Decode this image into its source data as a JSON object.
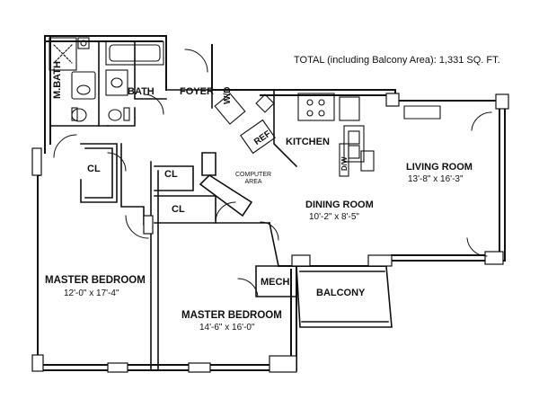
{
  "total_label": "TOTAL (including Balcony Area): 1,331 SQ. FT.",
  "rooms": {
    "m_bath": "M.BATH",
    "bath": "BATH",
    "foyer": "FOYER",
    "kitchen": "KITCHEN",
    "living_room": {
      "name": "LIVING ROOM",
      "dim": "13'-8\" x 16'-3\""
    },
    "dining_room": {
      "name": "DINING ROOM",
      "dim": "10'-2\" x 8'-5\""
    },
    "computer_area": {
      "line1": "COMPUTER",
      "line2": "AREA"
    },
    "closet1": "CL",
    "closet2": "CL",
    "closet3": "CL",
    "master_bedroom_1": {
      "name": "MASTER BEDROOM",
      "dim": "12'-0\" x 17'-4\""
    },
    "master_bedroom_2": {
      "name": "MASTER BEDROOM",
      "dim": "14'-6\" x 16'-0\""
    },
    "mech": "MECH.",
    "balcony": "BALCONY"
  },
  "fixtures": {
    "wd": "W/D",
    "ref": "REF",
    "dw": "D/W"
  }
}
